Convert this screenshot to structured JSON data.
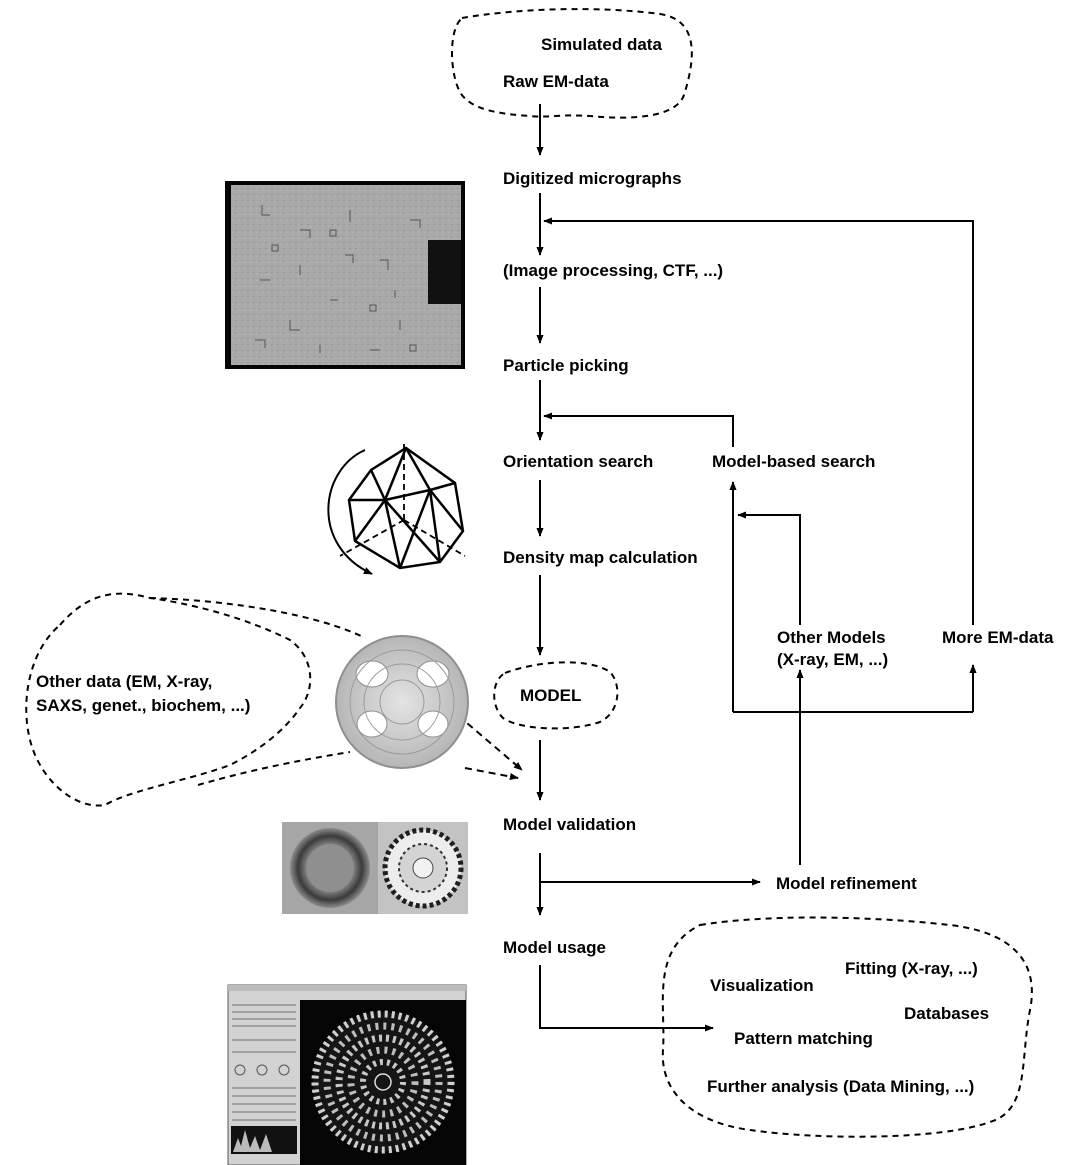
{
  "nodes": {
    "simulated_data": "Simulated data",
    "raw_em_data": "Raw EM-data",
    "digitized_micrographs": "Digitized micrographs",
    "image_processing": "(Image processing, CTF, ...)",
    "particle_picking": "Particle picking",
    "orientation_search": "Orientation search",
    "model_based_search": "Model-based search",
    "density_map_calculation": "Density map calculation",
    "other_models_line1": "Other Models",
    "other_models_line2": "(X-ray, EM, ...)",
    "more_em_data": "More EM-data",
    "other_data_line1": "Other data (EM, X-ray,",
    "other_data_line2": "SAXS, genet., biochem, ...)",
    "model": "MODEL",
    "model_validation": "Model validation",
    "model_refinement": "Model refinement",
    "model_usage": "Model usage",
    "fitting": "Fitting (X-ray, ...)",
    "visualization": "Visualization",
    "databases": "Databases",
    "pattern_matching": "Pattern matching",
    "further_analysis": "Further analysis (Data Mining, ...)"
  },
  "illustrations": {
    "micrograph": "micrograph-scan",
    "icosahedron": "icosahedron-rotation",
    "density_map": "virus-capsid-density-map",
    "projections": "particle-projections",
    "software": "em-software-screenshot"
  },
  "colors": {
    "ink": "#000000",
    "paper": "#ffffff"
  }
}
